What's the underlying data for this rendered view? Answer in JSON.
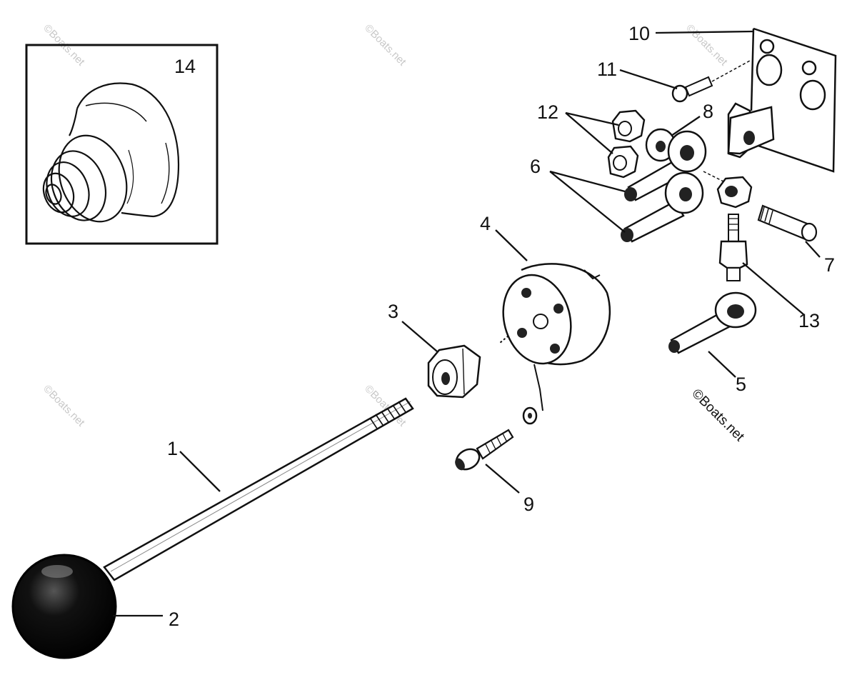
{
  "callouts": {
    "p1": "1",
    "p2": "2",
    "p3": "3",
    "p4": "4",
    "p5": "5",
    "p6": "6",
    "p7": "7",
    "p8": "8",
    "p9": "9",
    "p10": "10",
    "p11": "11",
    "p12": "12",
    "p13": "13",
    "p14": "14"
  },
  "watermark": "©Boats.net",
  "credit": "©Boats.net",
  "colors": {
    "ink": "#111111",
    "watermark": "#c8c8c8",
    "background": "#ffffff"
  }
}
